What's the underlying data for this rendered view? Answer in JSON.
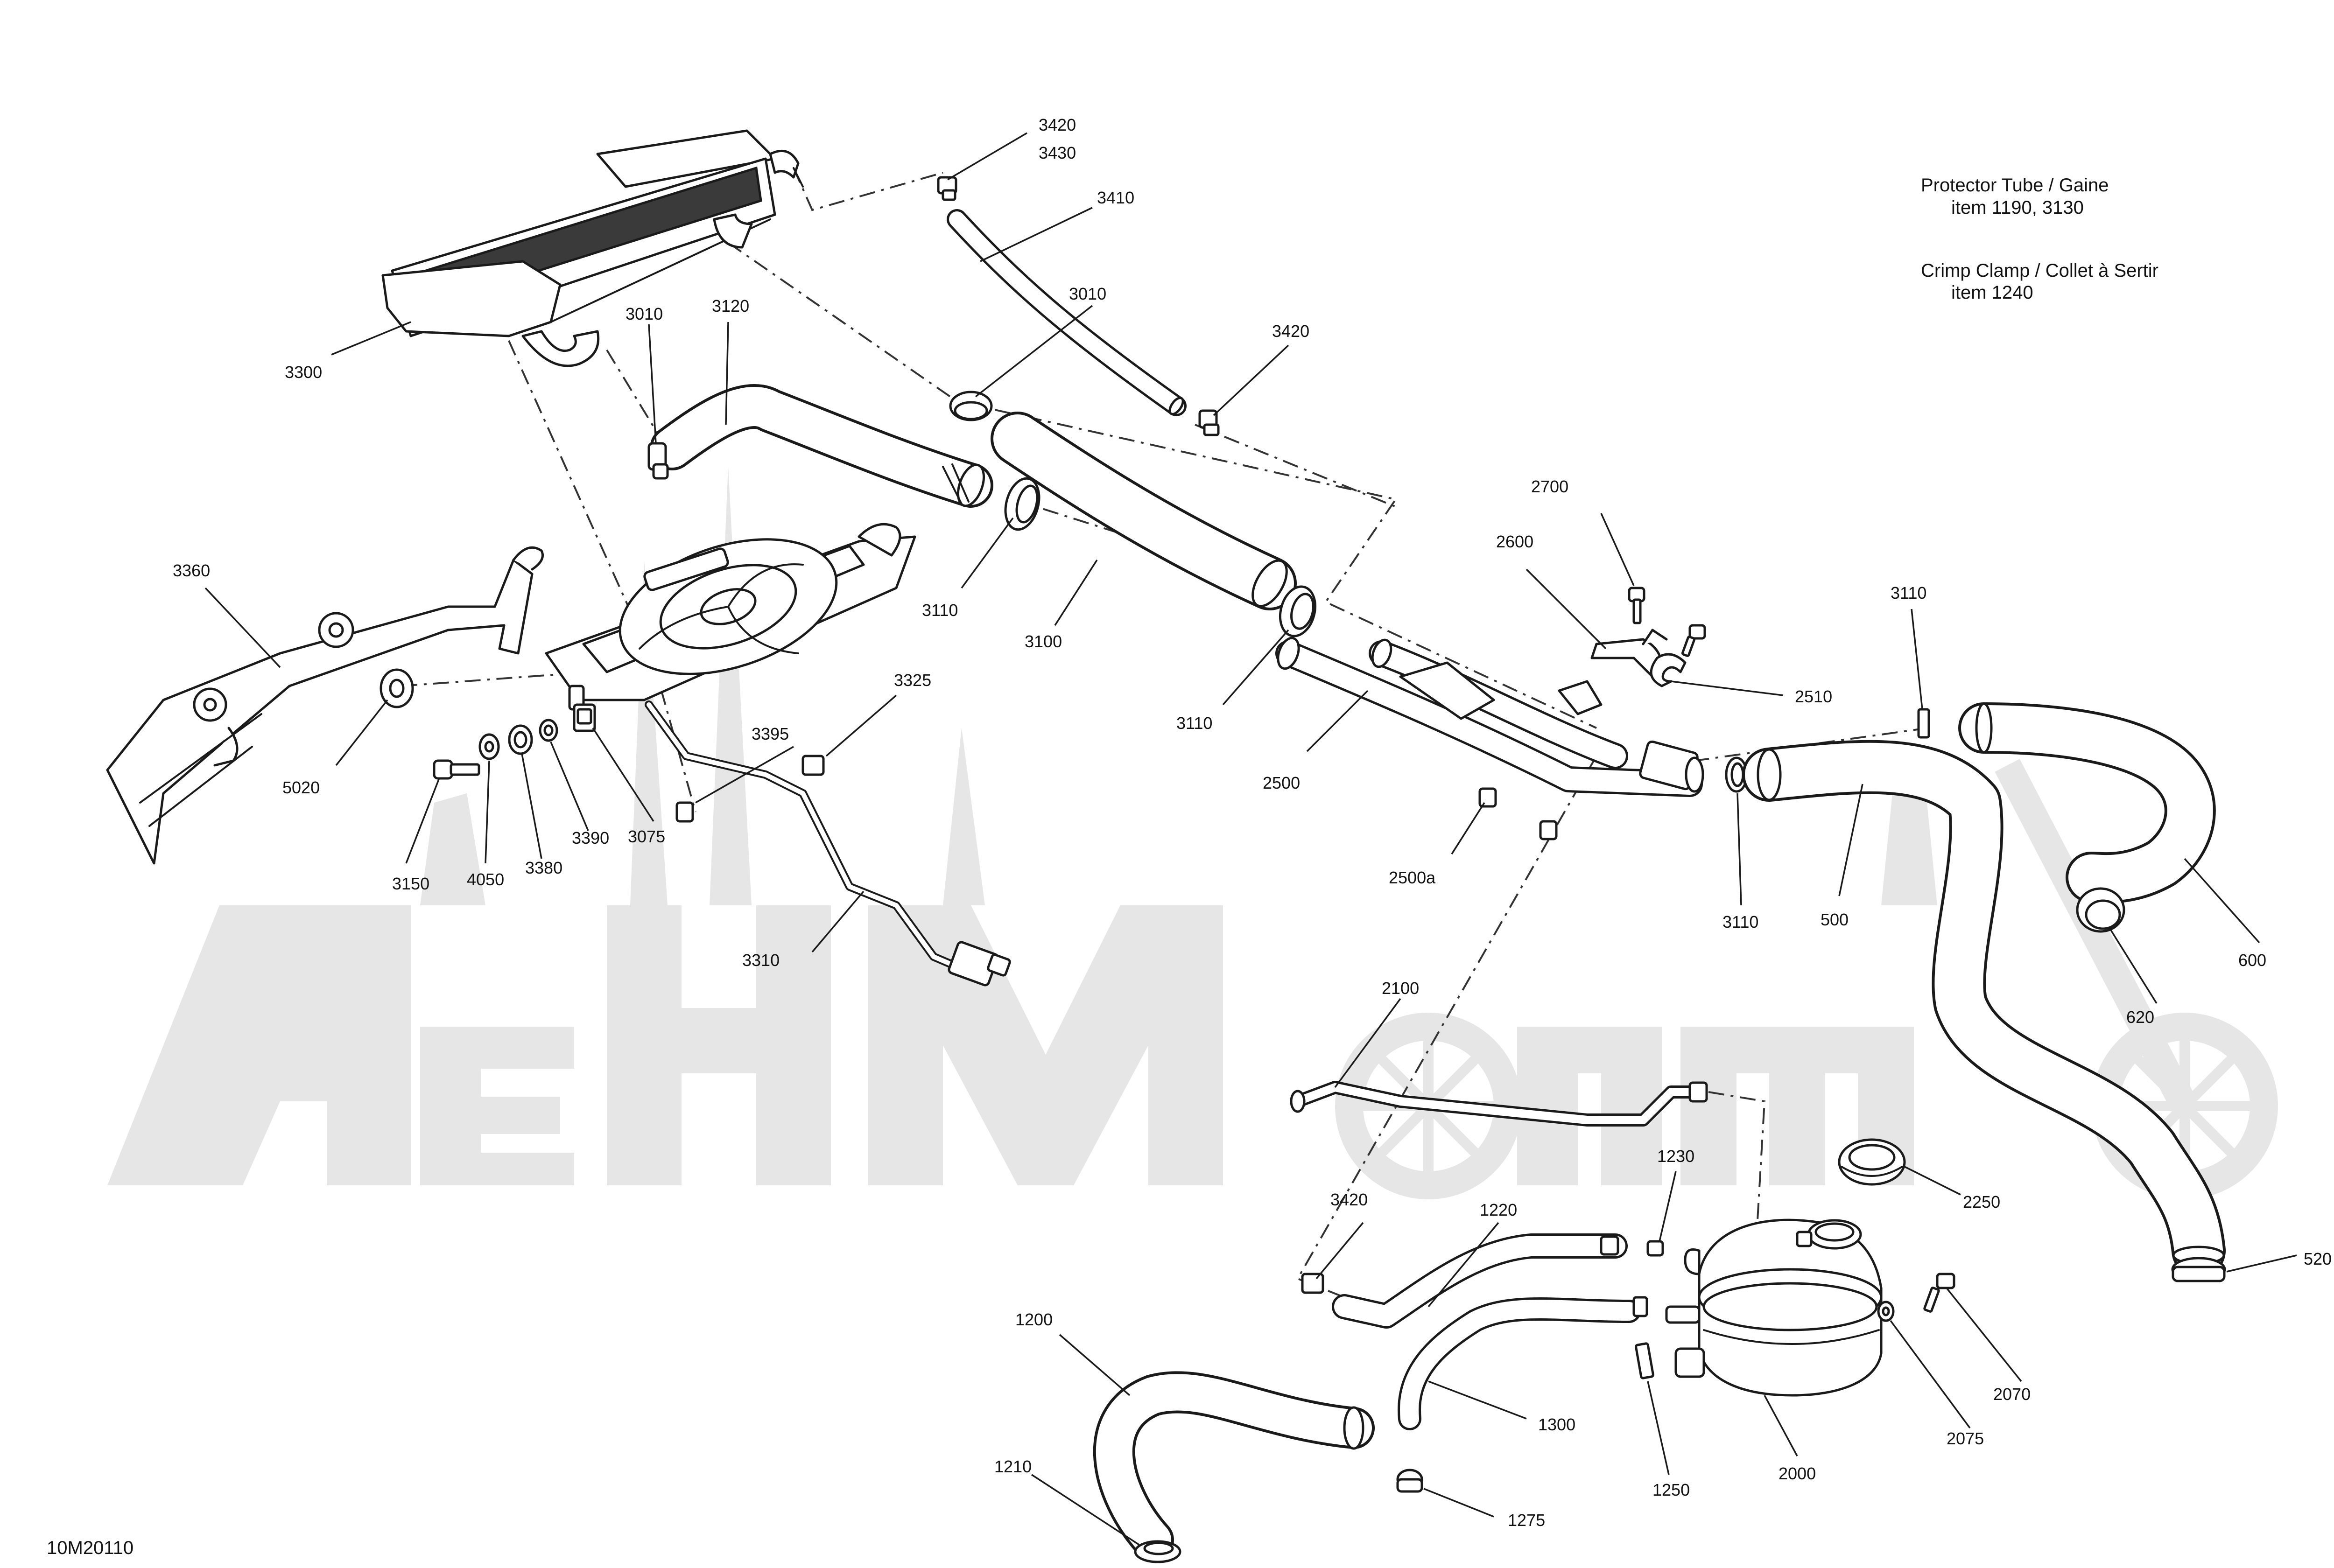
{
  "diagram_code": "10M20110",
  "notes": {
    "line1": "Protector Tube / Gaine",
    "line2": "item 1190, 3130",
    "line3": "Crimp Clamp / Collet à Sertir",
    "line4": "item 1240"
  },
  "callouts": {
    "c3420a": "3420",
    "c3430": "3430",
    "c3410": "3410",
    "c3010a": "3010",
    "c3010b": "3010",
    "c3120": "3120",
    "c3300": "3300",
    "c3420b": "3420",
    "c3360": "3360",
    "c5020": "5020",
    "c3110a": "3110",
    "c3100": "3100",
    "c3110b": "3110",
    "c3325": "3325",
    "c3395": "3395",
    "c3150": "3150",
    "c4050": "4050",
    "c3380": "3380",
    "c3390": "3390",
    "c3075": "3075",
    "c3310": "3310",
    "c2700": "2700",
    "c2600": "2600",
    "c2510": "2510",
    "c2500": "2500",
    "c2500a": "2500a",
    "c3110c": "3110",
    "c3110d": "3110",
    "c500": "500",
    "c600": "600",
    "c620": "620",
    "c2100": "2100",
    "c2250": "2250",
    "c1230": "1230",
    "c3420c": "3420",
    "c1220": "1220",
    "c520": "520",
    "c1200": "1200",
    "c1300": "1300",
    "c2070": "2070",
    "c2075": "2075",
    "c2000": "2000",
    "c1250": "1250",
    "c1210": "1210",
    "c1275": "1275"
  }
}
